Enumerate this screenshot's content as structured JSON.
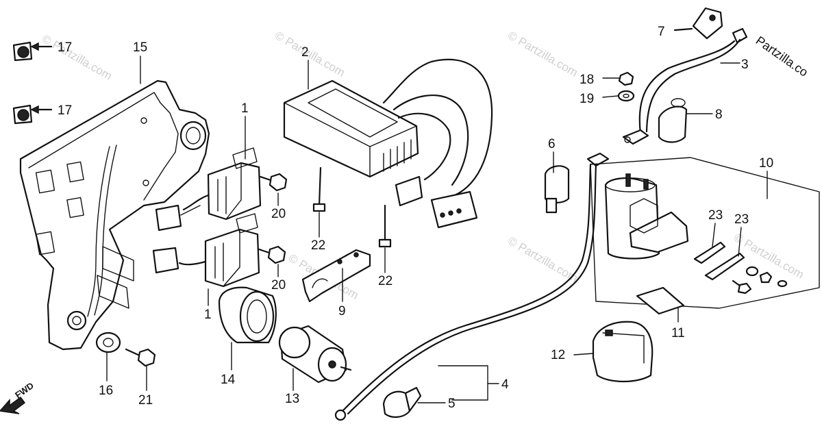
{
  "watermark": "© Partzilla.com",
  "brand": "Partzilla.co",
  "fwd": "FWD",
  "callouts": [
    "17",
    "17",
    "15",
    "2",
    "1",
    "20",
    "20",
    "1",
    "22",
    "22",
    "9",
    "14",
    "13",
    "16",
    "21",
    "18",
    "19",
    "7",
    "3",
    "8",
    "6",
    "10",
    "23",
    "23",
    "11",
    "12",
    "4",
    "5"
  ]
}
